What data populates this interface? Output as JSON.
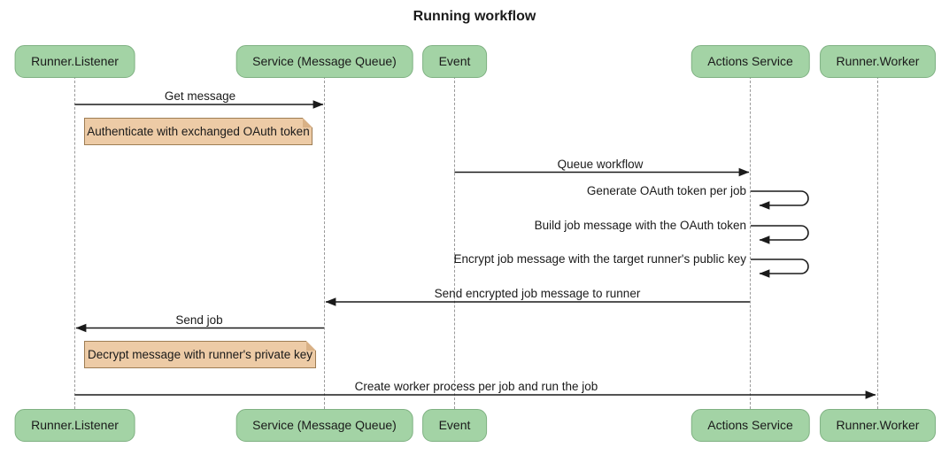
{
  "diagram": {
    "title": "Running workflow",
    "type": "sequence-diagram"
  },
  "participants": [
    {
      "id": "runner-listener",
      "label": "Runner.Listener"
    },
    {
      "id": "service-message-queue",
      "label": "Service (Message Queue)"
    },
    {
      "id": "event",
      "label": "Event"
    },
    {
      "id": "actions-service",
      "label": "Actions Service"
    },
    {
      "id": "runner-worker",
      "label": "Runner.Worker"
    }
  ],
  "messages": [
    {
      "label": "Get message",
      "from": "Runner.Listener",
      "to": "Service (Message Queue)",
      "kind": "arrow"
    },
    {
      "label": "Queue workflow",
      "from": "Event",
      "to": "Actions Service",
      "kind": "arrow"
    },
    {
      "label": "Generate OAuth token per job",
      "from": "Actions Service",
      "to": "Actions Service",
      "kind": "self-loop"
    },
    {
      "label": "Build job message with the OAuth token",
      "from": "Actions Service",
      "to": "Actions Service",
      "kind": "self-loop"
    },
    {
      "label": "Encrypt job message with the target runner's public key",
      "from": "Actions Service",
      "to": "Actions Service",
      "kind": "self-loop"
    },
    {
      "label": "Send encrypted job message to runner",
      "from": "Actions Service",
      "to": "Service (Message Queue)",
      "kind": "arrow"
    },
    {
      "label": "Send job",
      "from": "Service (Message Queue)",
      "to": "Runner.Listener",
      "kind": "arrow"
    },
    {
      "label": "Create worker process per job and run the job",
      "from": "Runner.Listener",
      "to": "Runner.Worker",
      "kind": "arrow"
    }
  ],
  "notes": [
    {
      "label": "Authenticate with exchanged OAuth token",
      "over": "Runner.Listener"
    },
    {
      "label": "Decrypt message with runner's private key",
      "over": "Runner.Listener"
    }
  ],
  "colors": {
    "actor_fill": "#a3d3a5",
    "actor_border": "#7fb182",
    "note_fill": "#edcba6",
    "note_border": "#9e7d54",
    "note_fold": "#d9b186",
    "lifeline": "#999999",
    "arrow": "#1a1a1a",
    "text": "#1a1a1a",
    "background": "#ffffff"
  }
}
